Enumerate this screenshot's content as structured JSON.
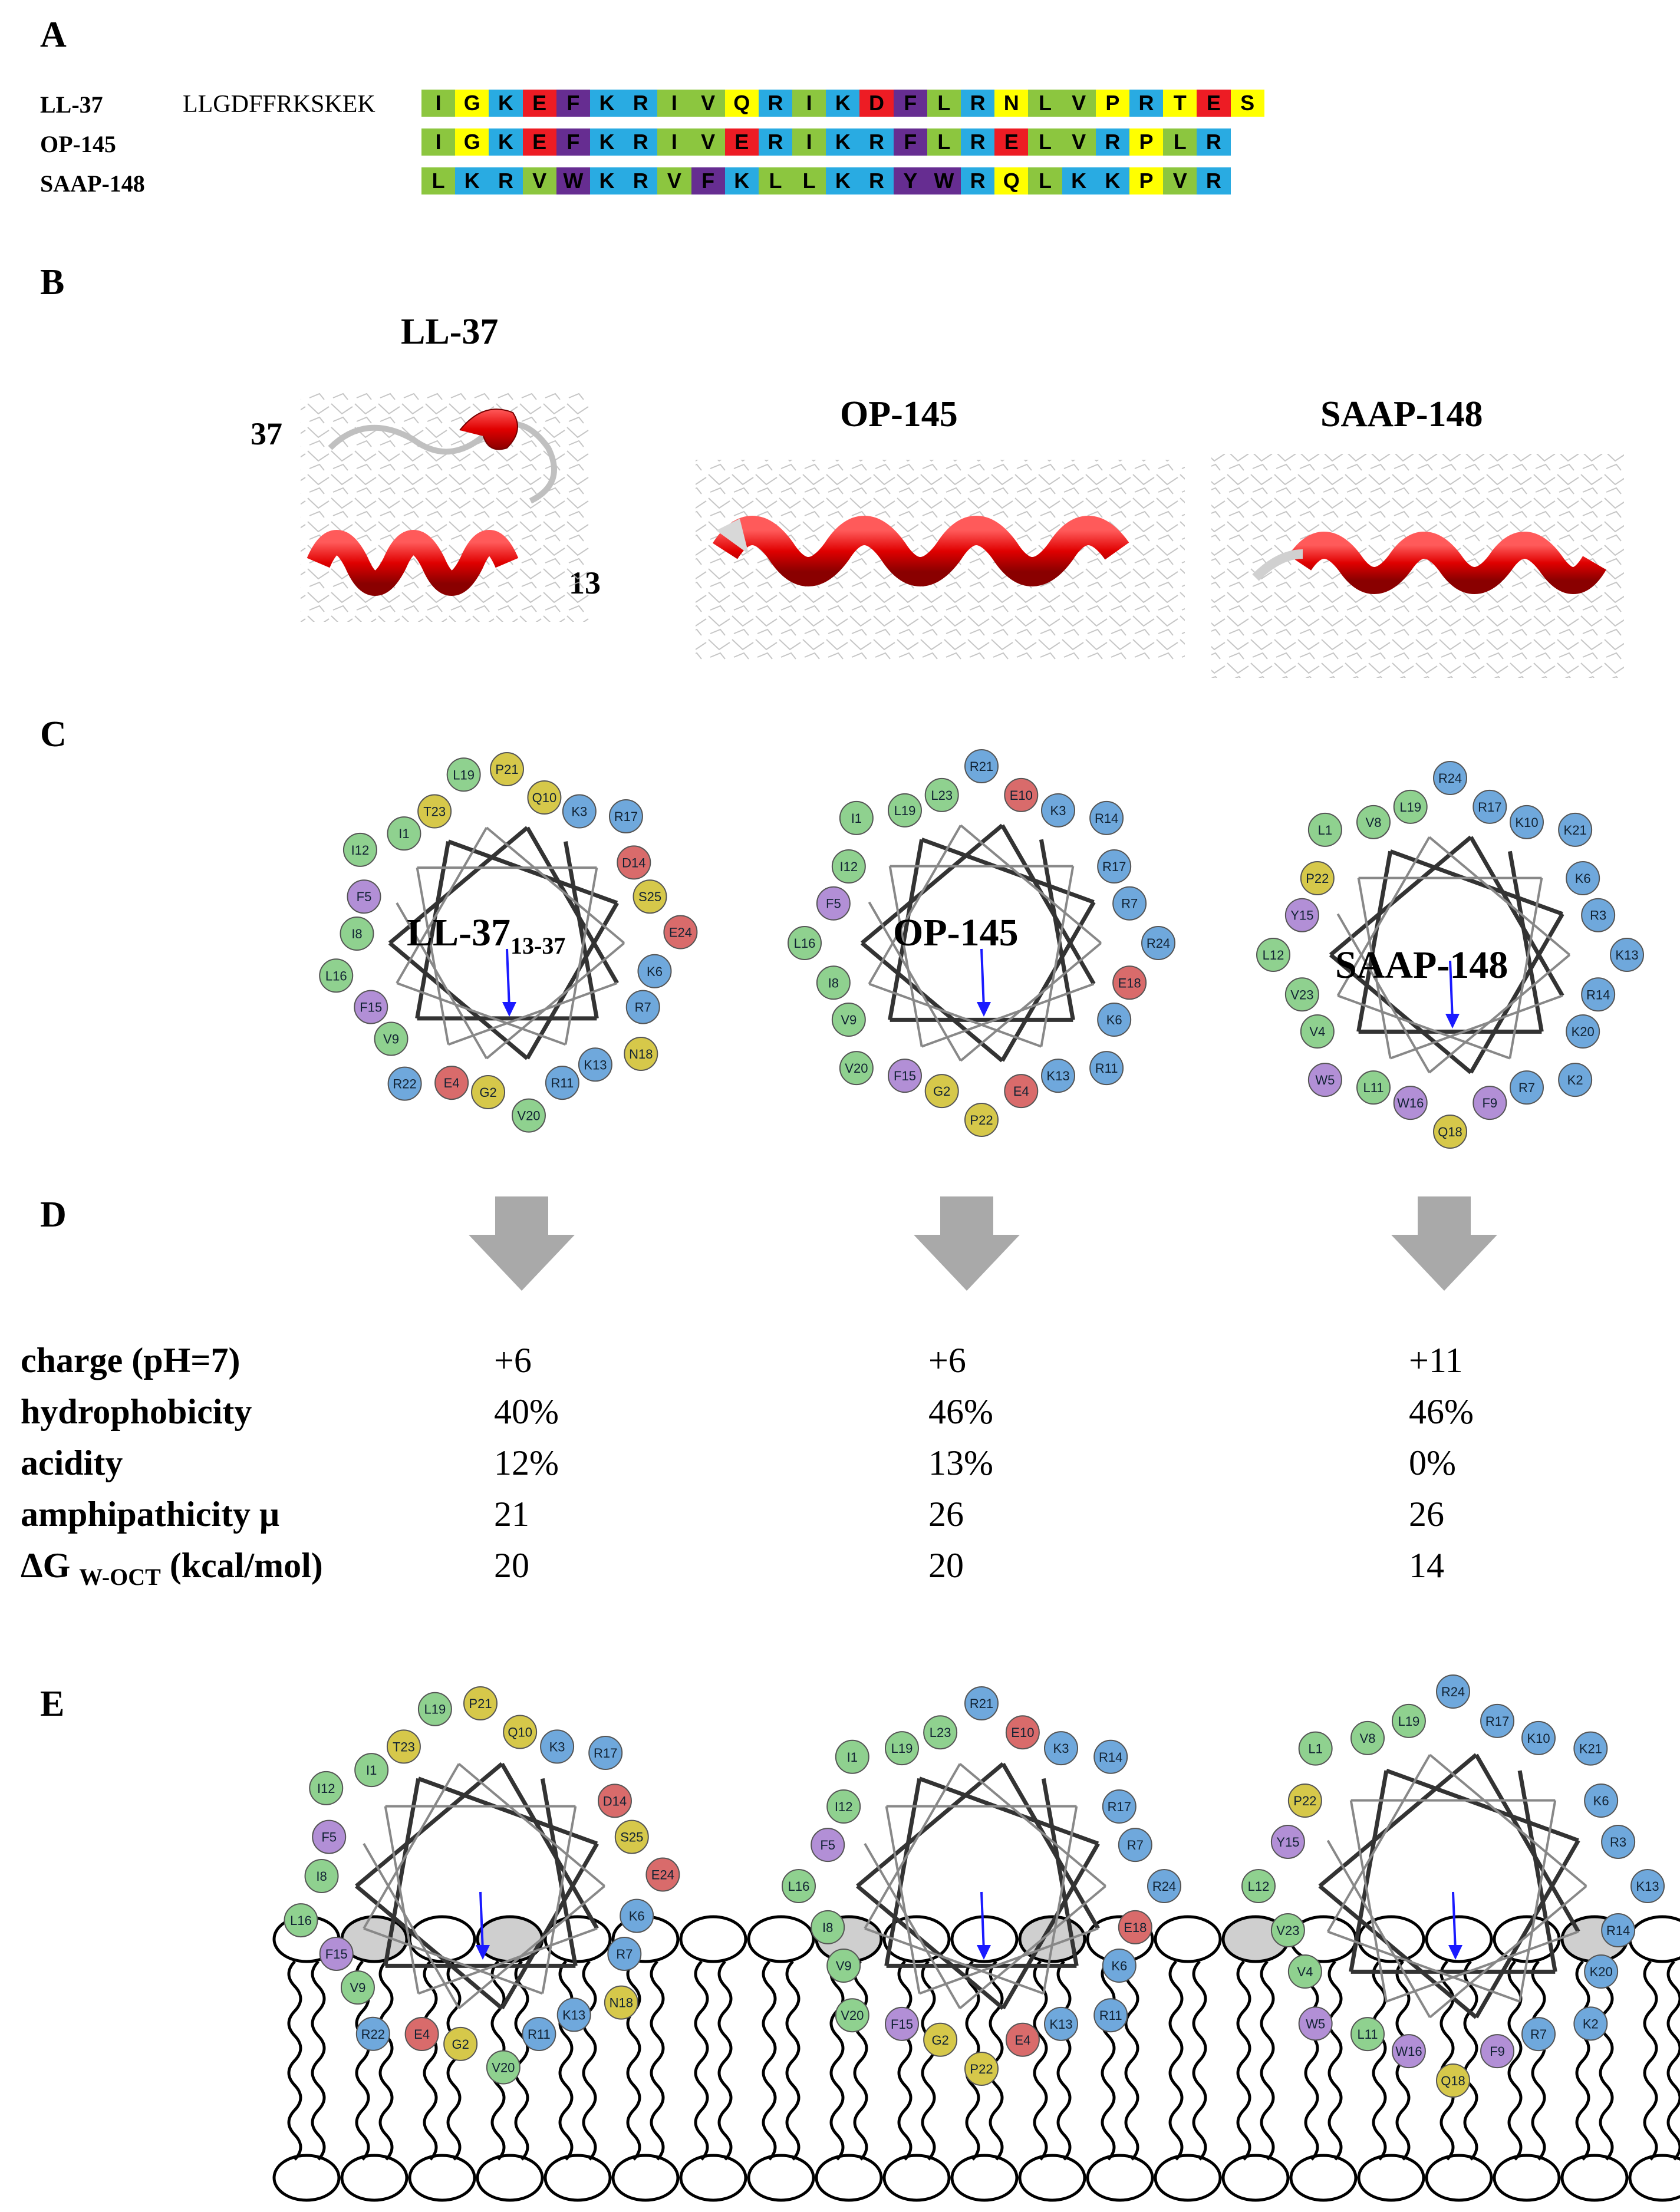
{
  "panels": {
    "a": "A",
    "b": "B",
    "c": "C",
    "d": "D",
    "e": "E"
  },
  "sequences": {
    "prefix": "LLGDFFRKSKEK",
    "rows": [
      {
        "name": "LL-37",
        "residues": [
          "I",
          "G",
          "K",
          "E",
          "F",
          "K",
          "R",
          "I",
          "V",
          "Q",
          "R",
          "I",
          "K",
          "D",
          "F",
          "L",
          "R",
          "N",
          "L",
          "V",
          "P",
          "R",
          "T",
          "E",
          "S"
        ]
      },
      {
        "name": "OP-145",
        "residues": [
          "I",
          "G",
          "K",
          "E",
          "F",
          "K",
          "R",
          "I",
          "V",
          "E",
          "R",
          "I",
          "K",
          "R",
          "F",
          "L",
          "R",
          "E",
          "L",
          "V",
          "R",
          "P",
          "L",
          "R"
        ]
      },
      {
        "name": "SAAP-148",
        "residues": [
          "L",
          "K",
          "R",
          "V",
          "W",
          "K",
          "R",
          "V",
          "F",
          "K",
          "L",
          "L",
          "K",
          "R",
          "Y",
          "W",
          "R",
          "Q",
          "L",
          "K",
          "K",
          "P",
          "V",
          "R"
        ]
      }
    ],
    "colors": {
      "hydrophobic": "#8cc63f",
      "basic": "#29abe2",
      "acidic": "#ed1c24",
      "aromatic": "#662d91",
      "polar": "#ffff00"
    }
  },
  "structures": {
    "ll37": {
      "title": "LL-37",
      "label_n": "37",
      "label_c": "13"
    },
    "op145": {
      "title": "OP-145"
    },
    "saap148": {
      "title": "SAAP-148"
    }
  },
  "wheels": {
    "ll37": {
      "title_main": "LL-37",
      "title_sub": "13-37",
      "residues": [
        {
          "label": "P21",
          "t": "Y"
        },
        {
          "label": "Q10",
          "t": "Y"
        },
        {
          "label": "K3",
          "t": "B"
        },
        {
          "label": "R17",
          "t": "B"
        },
        {
          "label": "D14",
          "t": "A"
        },
        {
          "label": "S25",
          "t": "Y"
        },
        {
          "label": "E24",
          "t": "A"
        },
        {
          "label": "K6",
          "t": "B"
        },
        {
          "label": "R7",
          "t": "B"
        },
        {
          "label": "N18",
          "t": "Y"
        },
        {
          "label": "K13",
          "t": "B"
        },
        {
          "label": "R11",
          "t": "B"
        },
        {
          "label": "V20",
          "t": "G"
        },
        {
          "label": "G2",
          "t": "Y"
        },
        {
          "label": "E4",
          "t": "A"
        },
        {
          "label": "R22",
          "t": "B"
        },
        {
          "label": "V9",
          "t": "G"
        },
        {
          "label": "F15",
          "t": "P"
        },
        {
          "label": "L16",
          "t": "G"
        },
        {
          "label": "I8",
          "t": "G"
        },
        {
          "label": "F5",
          "t": "P"
        },
        {
          "label": "I12",
          "t": "G"
        },
        {
          "label": "I1",
          "t": "G"
        },
        {
          "label": "T23",
          "t": "Y"
        },
        {
          "label": "L19",
          "t": "G"
        }
      ]
    },
    "op145": {
      "title_main": "OP-145",
      "residues": [
        {
          "label": "R21",
          "t": "B"
        },
        {
          "label": "E10",
          "t": "A"
        },
        {
          "label": "K3",
          "t": "B"
        },
        {
          "label": "R14",
          "t": "B"
        },
        {
          "label": "R17",
          "t": "B"
        },
        {
          "label": "R7",
          "t": "B"
        },
        {
          "label": "R24",
          "t": "B"
        },
        {
          "label": "E18",
          "t": "A"
        },
        {
          "label": "K6",
          "t": "B"
        },
        {
          "label": "R11",
          "t": "B"
        },
        {
          "label": "K13",
          "t": "B"
        },
        {
          "label": "E4",
          "t": "A"
        },
        {
          "label": "P22",
          "t": "Y"
        },
        {
          "label": "G2",
          "t": "Y"
        },
        {
          "label": "F15",
          "t": "P"
        },
        {
          "label": "V20",
          "t": "G"
        },
        {
          "label": "V9",
          "t": "G"
        },
        {
          "label": "I8",
          "t": "G"
        },
        {
          "label": "L16",
          "t": "G"
        },
        {
          "label": "F5",
          "t": "P"
        },
        {
          "label": "I12",
          "t": "G"
        },
        {
          "label": "I1",
          "t": "G"
        },
        {
          "label": "L19",
          "t": "G"
        },
        {
          "label": "L23",
          "t": "G"
        }
      ]
    },
    "saap148": {
      "title_main": "SAAP-148",
      "residues": [
        {
          "label": "R24",
          "t": "B"
        },
        {
          "label": "R17",
          "t": "B"
        },
        {
          "label": "K10",
          "t": "B"
        },
        {
          "label": "K21",
          "t": "B"
        },
        {
          "label": "K6",
          "t": "B"
        },
        {
          "label": "R3",
          "t": "B"
        },
        {
          "label": "K13",
          "t": "B"
        },
        {
          "label": "R14",
          "t": "B"
        },
        {
          "label": "K20",
          "t": "B"
        },
        {
          "label": "K2",
          "t": "B"
        },
        {
          "label": "R7",
          "t": "B"
        },
        {
          "label": "F9",
          "t": "P"
        },
        {
          "label": "Q18",
          "t": "Y"
        },
        {
          "label": "W16",
          "t": "P"
        },
        {
          "label": "L11",
          "t": "G"
        },
        {
          "label": "W5",
          "t": "P"
        },
        {
          "label": "V4",
          "t": "G"
        },
        {
          "label": "V23",
          "t": "G"
        },
        {
          "label": "L12",
          "t": "G"
        },
        {
          "label": "Y15",
          "t": "P"
        },
        {
          "label": "P22",
          "t": "Y"
        },
        {
          "label": "L1",
          "t": "G"
        },
        {
          "label": "V8",
          "t": "G"
        },
        {
          "label": "L19",
          "t": "G"
        }
      ]
    }
  },
  "properties": {
    "labels": {
      "charge": "charge (pH=7)",
      "hydrophobicity": "hydrophobicity",
      "acidity": "acidity",
      "amphipathicity": "amphipathicity μ",
      "dg_prefix": "ΔG",
      "dg_sub": "W-OCT",
      "dg_suffix": "(kcal/mol)"
    },
    "columns": [
      {
        "charge": "+6",
        "hydrophobicity": "40%",
        "acidity": "12%",
        "amphipathicity": "21",
        "dg": "20"
      },
      {
        "charge": "+6",
        "hydrophobicity": "46%",
        "acidity": "13%",
        "amphipathicity": "26",
        "dg": "20"
      },
      {
        "charge": "+11",
        "hydrophobicity": "46%",
        "acidity": "0%",
        "amphipathicity": "26",
        "dg": "14"
      }
    ]
  },
  "residue_colors": {
    "B": "#6fa8dc",
    "A": "#d96b6b",
    "Y": "#d6c84a",
    "G": "#8fd18f",
    "P": "#b28fd6"
  }
}
